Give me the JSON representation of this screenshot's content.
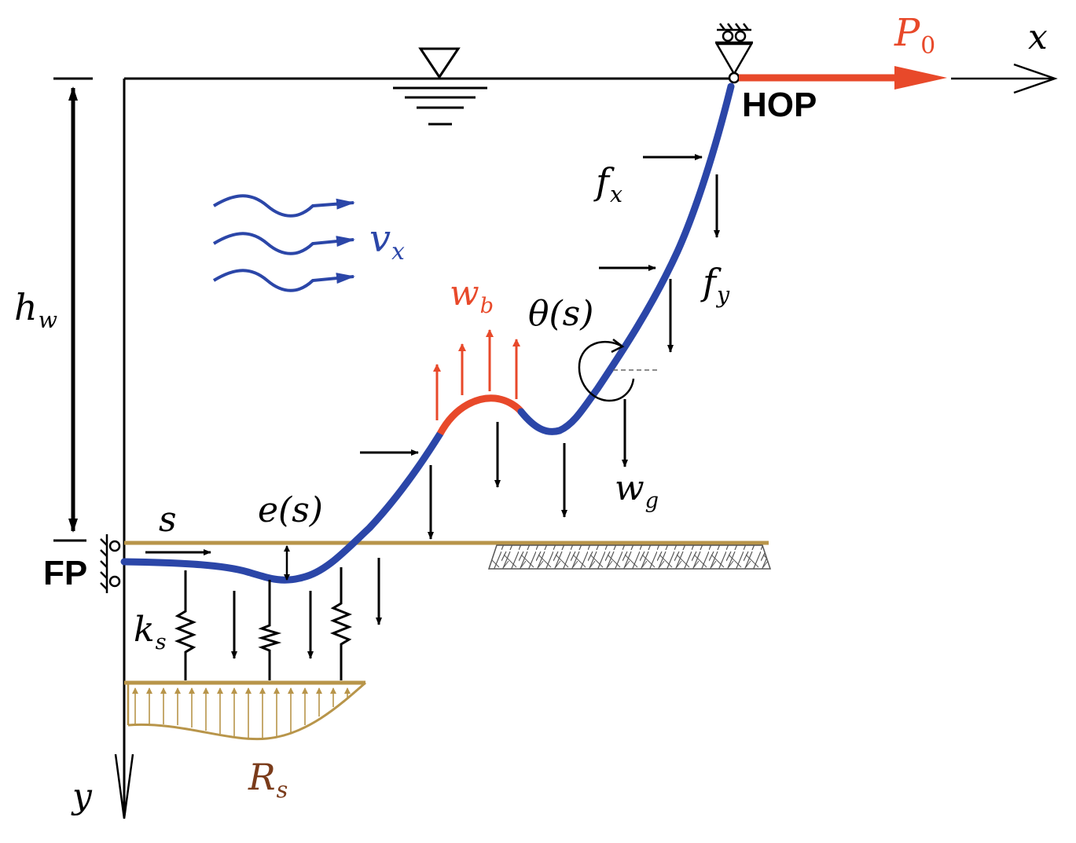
{
  "labels": {
    "x_axis": "x",
    "y_axis": "y",
    "hop": "HOP",
    "fp": "FP",
    "p0_main": "P",
    "p0_sub": "0",
    "hw_main": "h",
    "hw_sub": "w",
    "vx_main": "v",
    "vx_sub": "x",
    "wb_main": "w",
    "wb_sub": "b",
    "theta": "θ(s)",
    "fx_main": "f",
    "fx_sub": "x",
    "fy_main": "f",
    "fy_sub": "y",
    "wg_main": "w",
    "wg_sub": "g",
    "s": "s",
    "es": "e(s)",
    "ks_main": "k",
    "ks_sub": "s",
    "rs_main": "R",
    "rs_sub": "s"
  },
  "colors": {
    "pipe": "#2b46a8",
    "buoyancy": "#e8492a",
    "seabed": "#b8954a",
    "resistance": "#7a3b1a",
    "line": "#000000"
  }
}
